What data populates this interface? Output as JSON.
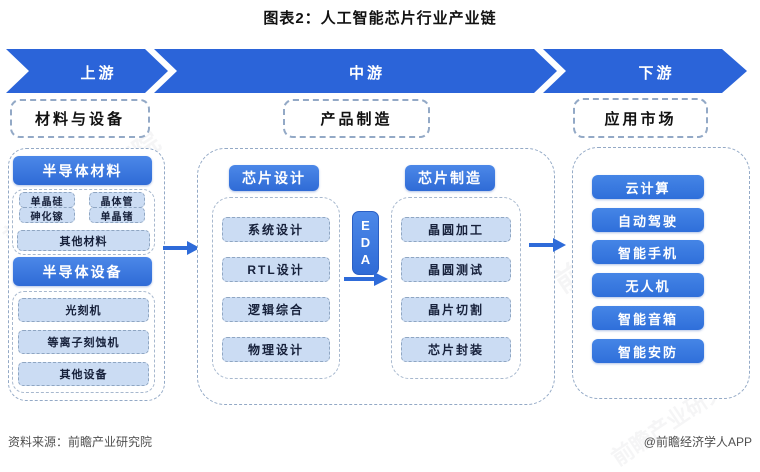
{
  "title": "图表2：人工智能芯片行业产业链",
  "banner": {
    "segments": [
      "上游",
      "中游",
      "下游"
    ]
  },
  "upstream": {
    "header": "材料与设备",
    "materials": {
      "title": "半导体材料",
      "grid": [
        "单晶硅",
        "晶体管",
        "砷化镓",
        "单晶锗"
      ],
      "other": "其他材料"
    },
    "equipment": {
      "title": "半导体设备",
      "items": [
        "光刻机",
        "等离子刻蚀机",
        "其他设备"
      ]
    }
  },
  "midstream": {
    "header": "产品制造",
    "design": {
      "title": "芯片设计",
      "items": [
        "系统设计",
        "RTL设计",
        "逻辑综合",
        "物理设计"
      ]
    },
    "eda_label": "EDA",
    "manufacturing": {
      "title": "芯片制造",
      "items": [
        "晶圆加工",
        "晶圆测试",
        "晶片切割",
        "芯片封装"
      ]
    }
  },
  "downstream": {
    "header": "应用市场",
    "items": [
      "云计算",
      "自动驾驶",
      "智能手机",
      "无人机",
      "智能音箱",
      "智能安防"
    ]
  },
  "footer": {
    "source": "资料来源：前瞻产业研究院",
    "credit": "@前瞻经济学人APP"
  },
  "watermark": "前瞻产业研究院",
  "colors": {
    "banner_blue": "#2b64d9",
    "header_blue": "#3b79e0",
    "item_light_blue": "#cbdcf3",
    "app_button_blue": "#3a7ae2",
    "arrow_blue": "#2e6bd9",
    "dashed_border": "#93a9c6"
  }
}
